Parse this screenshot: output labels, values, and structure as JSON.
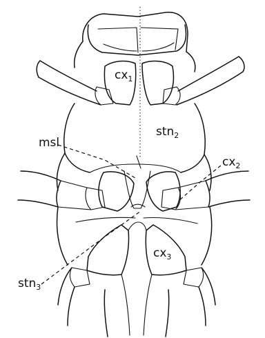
{
  "labels": {
    "cx1": {
      "base": "cx",
      "sub": "1"
    },
    "stn2": {
      "base": "stn",
      "sub": "2"
    },
    "msl": {
      "base": "msl",
      "sub": ""
    },
    "cx2": {
      "base": "cx",
      "sub": "2"
    },
    "stn3": {
      "base": "stn",
      "sub": "3"
    },
    "cx3": {
      "base": "cx",
      "sub": "3"
    }
  },
  "colors": {
    "ink": "#111111",
    "paper": "#ffffff"
  }
}
